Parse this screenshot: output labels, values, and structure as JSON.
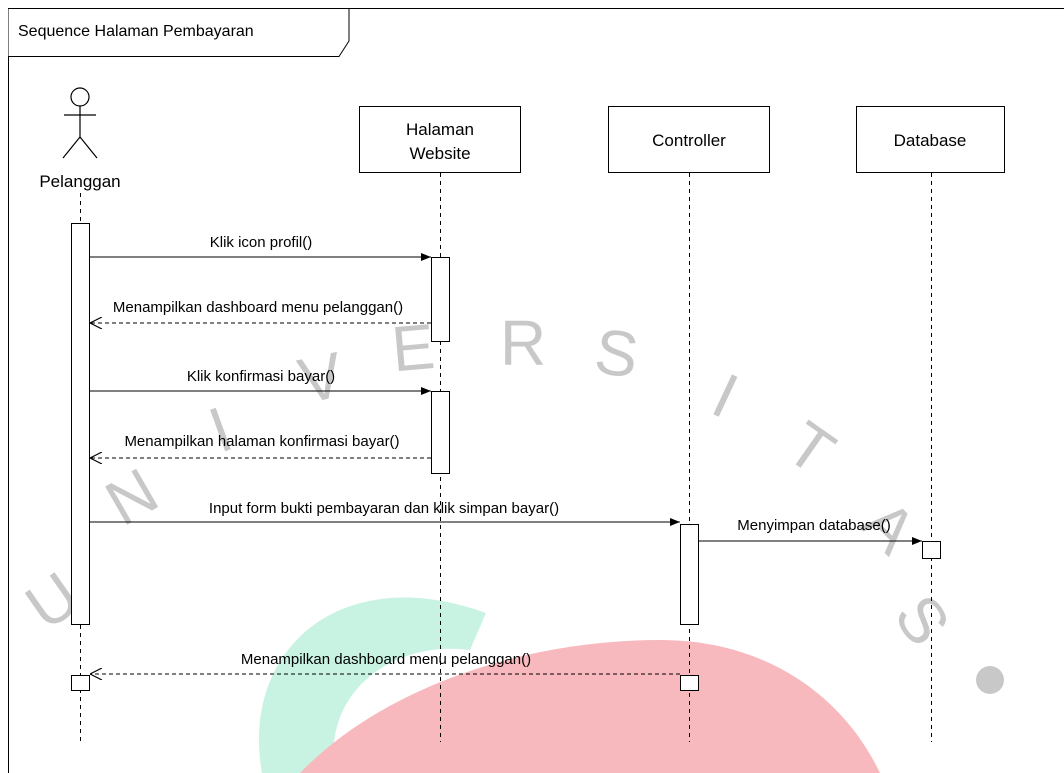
{
  "frame": {
    "title": "Sequence Halaman Pembayaran"
  },
  "participants": [
    {
      "id": "pelanggan",
      "type": "actor",
      "label": "Pelanggan"
    },
    {
      "id": "halaman",
      "type": "box",
      "label_lines": [
        "Halaman",
        "Website"
      ]
    },
    {
      "id": "controller",
      "type": "box",
      "label_lines": [
        "Controller"
      ]
    },
    {
      "id": "database",
      "type": "box",
      "label_lines": [
        "Database"
      ]
    }
  ],
  "messages": [
    {
      "from": "pelanggan",
      "to": "halaman",
      "kind": "sync",
      "label": "Klik icon profil()"
    },
    {
      "from": "halaman",
      "to": "pelanggan",
      "kind": "return",
      "label": "Menampilkan dashboard menu pelanggan()"
    },
    {
      "from": "pelanggan",
      "to": "halaman",
      "kind": "sync",
      "label": "Klik konfirmasi bayar()"
    },
    {
      "from": "halaman",
      "to": "pelanggan",
      "kind": "return",
      "label": "Menampilkan halaman konfirmasi bayar()"
    },
    {
      "from": "pelanggan",
      "to": "controller",
      "kind": "sync",
      "label": "Input form bukti pembayaran dan klik simpan bayar()"
    },
    {
      "from": "controller",
      "to": "database",
      "kind": "sync",
      "label": "Menyimpan database()"
    },
    {
      "from": "controller",
      "to": "pelanggan",
      "kind": "return",
      "label": "Menampilkan dashboard menu pelanggan()"
    }
  ],
  "watermark": {
    "letters": [
      "U",
      "N",
      "I",
      "V",
      "E",
      "R",
      "S",
      "I",
      "T",
      "A",
      "S"
    ],
    "colors": {
      "green": "#c8f3e3",
      "red": "#f7b9bd",
      "gray": "#c8c8c8"
    }
  }
}
